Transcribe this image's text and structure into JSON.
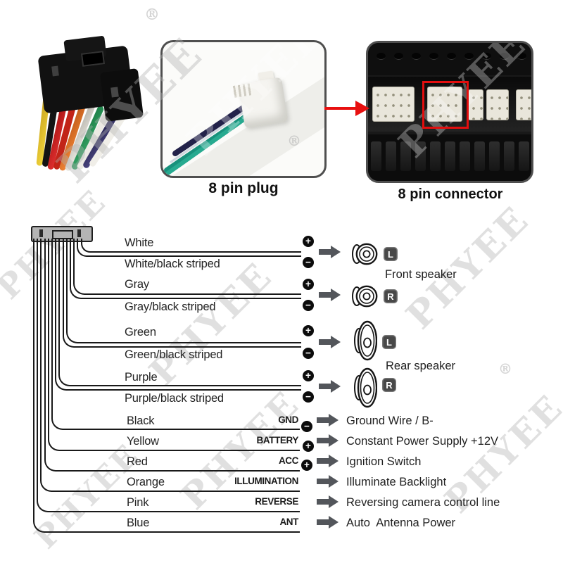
{
  "watermark": {
    "text": "PHYEE",
    "reg": "®"
  },
  "header": {
    "plug_caption": "8 pin plug",
    "connector_caption": "8 pin connector"
  },
  "diagram": {
    "rows": [
      {
        "label": "White",
        "sign": "+"
      },
      {
        "label": "White/black striped",
        "sign": "−"
      },
      {
        "label": "Gray",
        "sign": "+"
      },
      {
        "label": "Gray/black striped",
        "sign": "−"
      },
      {
        "label": "Green",
        "sign": "+"
      },
      {
        "label": "Green/black striped",
        "sign": "−"
      },
      {
        "label": "Purple",
        "sign": "+"
      },
      {
        "label": "Purple/black striped",
        "sign": "−"
      },
      {
        "label": "Black",
        "code": "GND",
        "sign": "−",
        "description": "Ground Wire / B-"
      },
      {
        "label": "Yellow",
        "code": "BATTERY",
        "sign": "+",
        "description": "Constant Power Supply +12V"
      },
      {
        "label": "Red",
        "code": "ACC",
        "sign": "+",
        "description": "Ignition Switch"
      },
      {
        "label": "Orange",
        "code": "ILLUMINATION",
        "sign": "",
        "description": "Illuminate Backlight"
      },
      {
        "label": "Pink",
        "code": "REVERSE",
        "sign": "",
        "description": "Reversing camera control line"
      },
      {
        "label": "Blue",
        "code": "ANT",
        "sign": "",
        "description": "Auto  Antenna Power"
      }
    ],
    "speakers": [
      {
        "channel": "L",
        "group_label": "Front speaker"
      },
      {
        "channel": "R"
      },
      {
        "channel": "L",
        "group_label": "Rear speaker"
      },
      {
        "channel": "R"
      }
    ]
  },
  "colors": {
    "accent_red": "#e30e0e",
    "arrow_gray": "#53565b",
    "line_black": "#191919"
  }
}
